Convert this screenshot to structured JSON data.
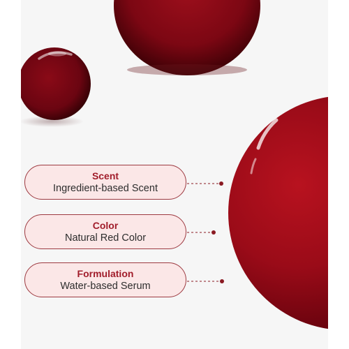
{
  "features": [
    {
      "title": "Scent",
      "description": "Ingredient-based Scent"
    },
    {
      "title": "Color",
      "description": "Natural Red Color"
    },
    {
      "title": "Formulation",
      "description": "Water-based Serum"
    }
  ],
  "colors": {
    "background": "#f6f6f6",
    "pill_fill": "#fbe7e7",
    "pill_border": "#9d3a41",
    "title_text": "#a11d2b",
    "serum_red": "#a00e1c",
    "serum_dark": "#4a0209",
    "connector": "#8a1a22"
  }
}
